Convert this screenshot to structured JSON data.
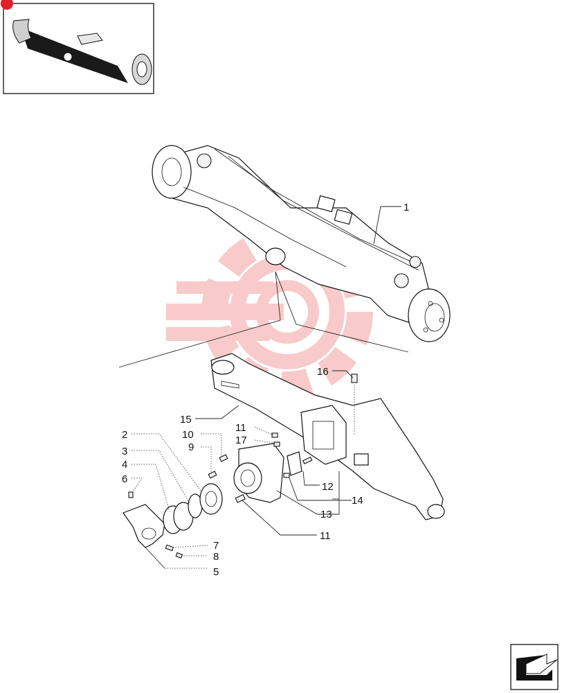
{
  "diagram": {
    "callouts": [
      {
        "id": "c1",
        "text": "1"
      },
      {
        "id": "c2",
        "text": "2"
      },
      {
        "id": "c3",
        "text": "3"
      },
      {
        "id": "c4",
        "text": "4"
      },
      {
        "id": "c5",
        "text": "5"
      },
      {
        "id": "c6",
        "text": "6"
      },
      {
        "id": "c7",
        "text": "7"
      },
      {
        "id": "c8",
        "text": "8"
      },
      {
        "id": "c9",
        "text": "9"
      },
      {
        "id": "c10",
        "text": "10"
      },
      {
        "id": "c11a",
        "text": "11"
      },
      {
        "id": "c11b",
        "text": "11"
      },
      {
        "id": "c12",
        "text": "12"
      },
      {
        "id": "c13",
        "text": "13"
      },
      {
        "id": "c14",
        "text": "14"
      },
      {
        "id": "c15",
        "text": "15"
      },
      {
        "id": "c16",
        "text": "16"
      },
      {
        "id": "c17",
        "text": "17"
      }
    ]
  },
  "colors": {
    "watermark": "#f7b9b9",
    "accent": "#e0202a",
    "ink": "#111111"
  },
  "icons": {
    "thumbnail": "axle-thumbnail-icon",
    "nav": "next-page-arrow-icon"
  }
}
